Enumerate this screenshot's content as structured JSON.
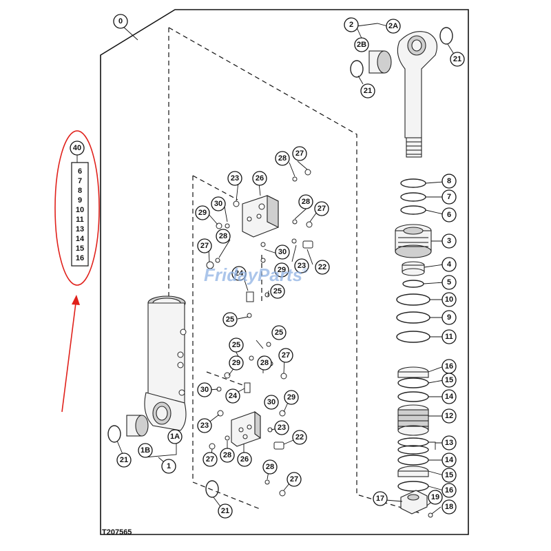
{
  "drawing_id": "T207565",
  "watermark": {
    "text_part1": "Friday",
    "text_part2": "Parts",
    "reg_mark": "®",
    "color": "#8fb1e3"
  },
  "annotation": {
    "color": "#e0201a",
    "kit_label": "40",
    "kit_items": [
      "6",
      "7",
      "8",
      "9",
      "10",
      "11",
      "13",
      "14",
      "15",
      "16"
    ]
  },
  "callouts": {
    "c0": "0",
    "c1": "1",
    "c1a": "1A",
    "c1b": "1B",
    "c2": "2",
    "c2a": "2A",
    "c2b": "2B",
    "c3": "3",
    "c4": "4",
    "c5": "5",
    "c6": "6",
    "c7": "7",
    "c8": "8",
    "c9": "9",
    "c10": "10",
    "c11": "11",
    "c12": "12",
    "c13": "13",
    "c14": "14",
    "c15": "15",
    "c16": "16",
    "c17": "17",
    "c18": "18",
    "c19": "19",
    "c21": "21",
    "c22": "22",
    "c23": "23",
    "c24": "24",
    "c25": "25",
    "c26": "26",
    "c27": "27",
    "c28": "28",
    "c29": "29",
    "c30": "30"
  }
}
